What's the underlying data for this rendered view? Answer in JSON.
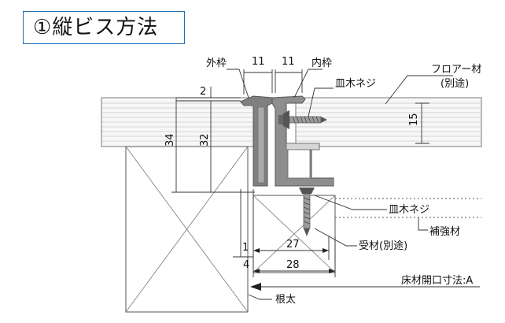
{
  "title": "①縦ビス方法",
  "labels": {
    "outer_frame": "外枠",
    "inner_frame": "内枠",
    "screw_top": "皿木ネジ",
    "floor_material": "フロアー材",
    "separate_1": "(別途)",
    "screw_bottom": "皿木ネジ",
    "reinforcement": "補強材",
    "receiver": "受材(別途)",
    "opening_size": "床材開口寸法:A",
    "joist": "根太"
  },
  "dimensions": {
    "d11_left": "11",
    "d11_right": "11",
    "d2": "2",
    "d34": "34",
    "d32": "32",
    "d15": "15",
    "d1": "1",
    "d4": "4",
    "d27": "27",
    "d28": "28"
  },
  "colors": {
    "frame_gray": "#7f8082",
    "frame_dark": "#5a5b5d",
    "title_border": "#1f6fb5",
    "line": "#333333",
    "wood_line": "#9a9a9a"
  }
}
